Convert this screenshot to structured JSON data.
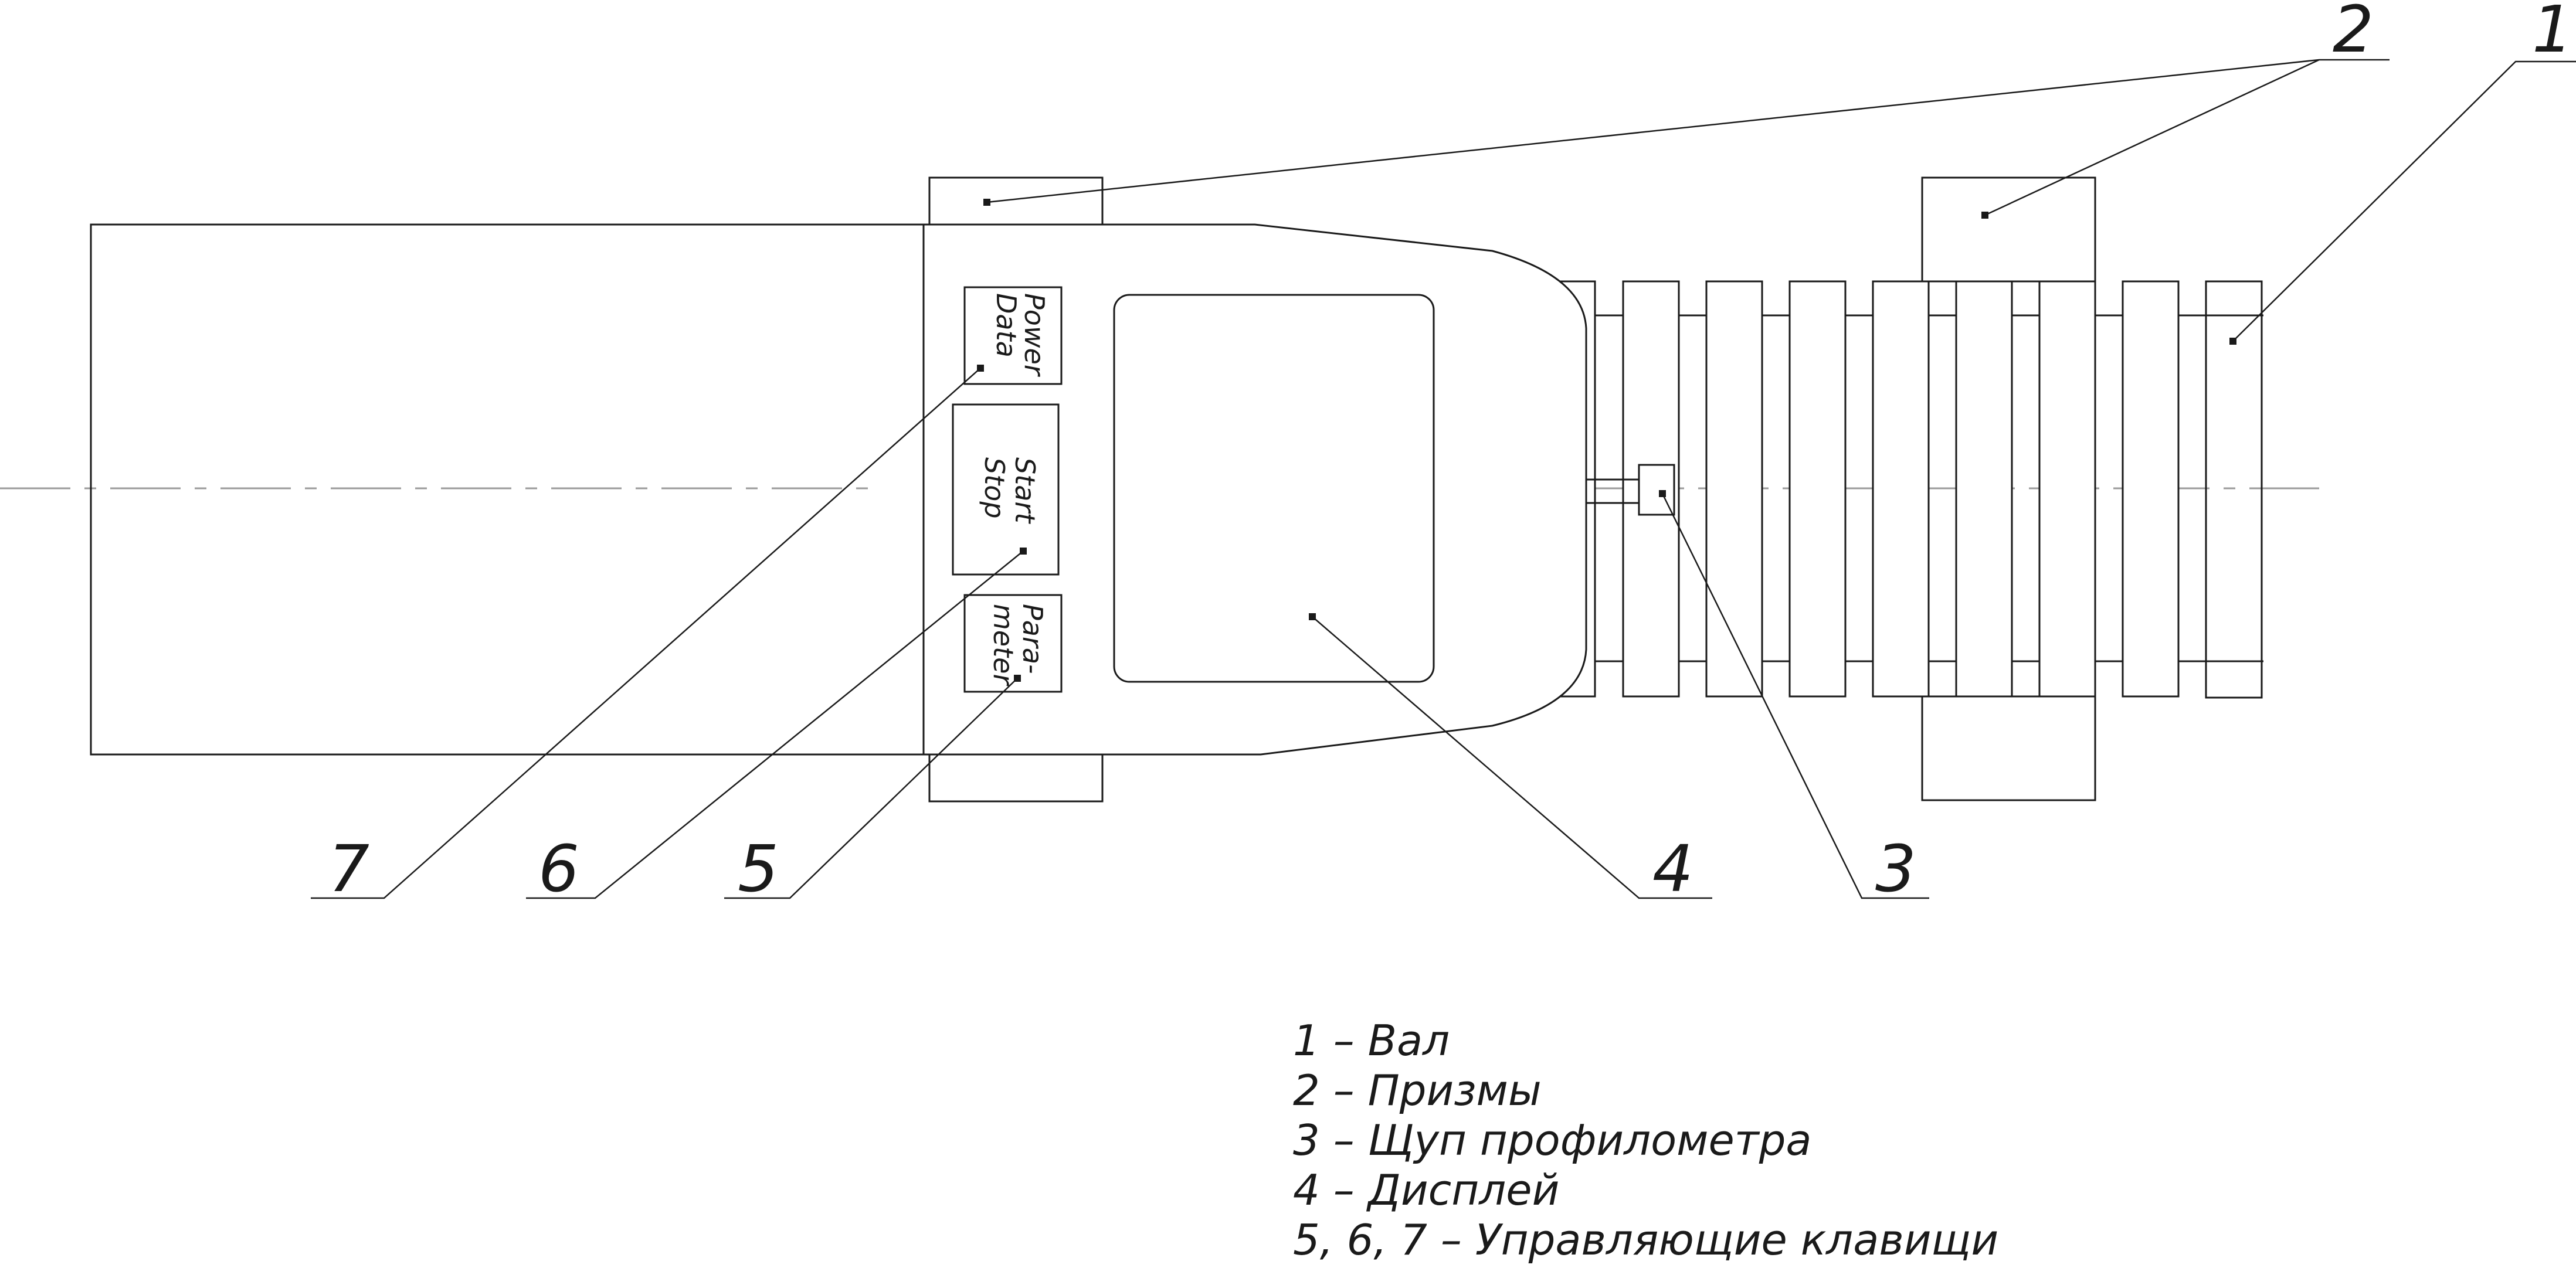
{
  "callouts": [
    "1",
    "2",
    "3",
    "4",
    "5",
    "6",
    "7"
  ],
  "keys": {
    "power": "Power",
    "data": "Data",
    "start": "Start",
    "stop": "Stop",
    "para": "Para-",
    "meter": "meter"
  },
  "legend": [
    "1 – Вал",
    "2 – Призмы",
    "3 – Щуп профилометра",
    "4 – Дисплей",
    "5, 6, 7 – Управляющие клавищи"
  ]
}
